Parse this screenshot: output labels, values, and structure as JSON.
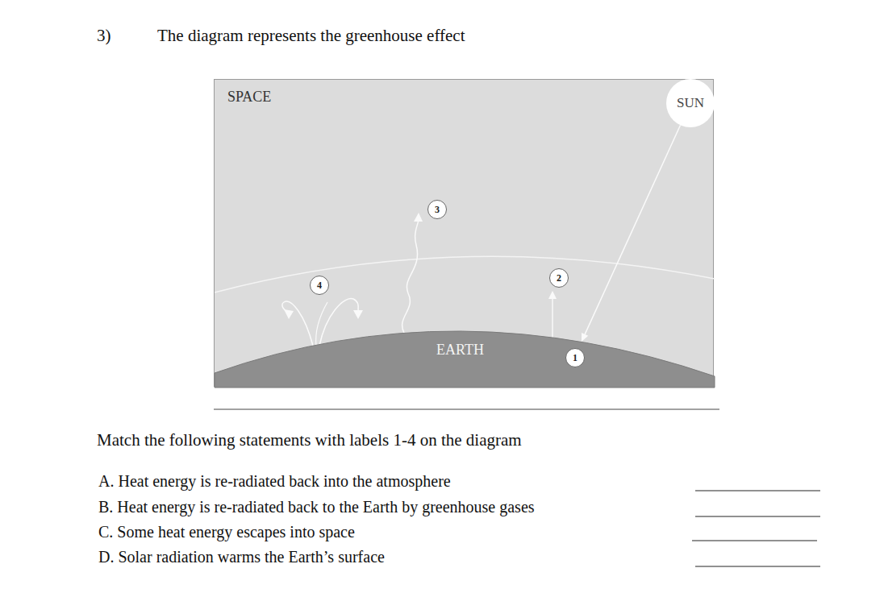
{
  "diagram": {
    "title": "The diagram represents the greenhouse effect",
    "nodes": [
      {
        "text": [
          "SPACE"
        ]
      },
      {
        "text": [
          "SUN"
        ],
        "in": 0
      },
      {
        "text": [
          "3"
        ],
        "in": 0
      },
      {
        "text": [
          "4"
        ],
        "in": 0
      },
      {
        "text": [
          "2"
        ],
        "in": 0
      },
      {
        "text": [
          "EARTH"
        ],
        "in": 0
      },
      {
        "text": [
          "1"
        ],
        "in": 5
      }
    ],
    "edges": [
      {
        "from": 1,
        "to": 5,
        "arrow": "to"
      }
    ],
    "labels": [
      "3)",
      "Match the following statements with labels 1-4 on the diagram",
      "A. Heat energy is re-radiated back into the atmosphere",
      "B. Heat energy is re-radiated back to the Earth by greenhouse gases",
      "C. Some heat energy escapes into space",
      "D. Solar radiation warms the Earth’s surface"
    ]
  }
}
